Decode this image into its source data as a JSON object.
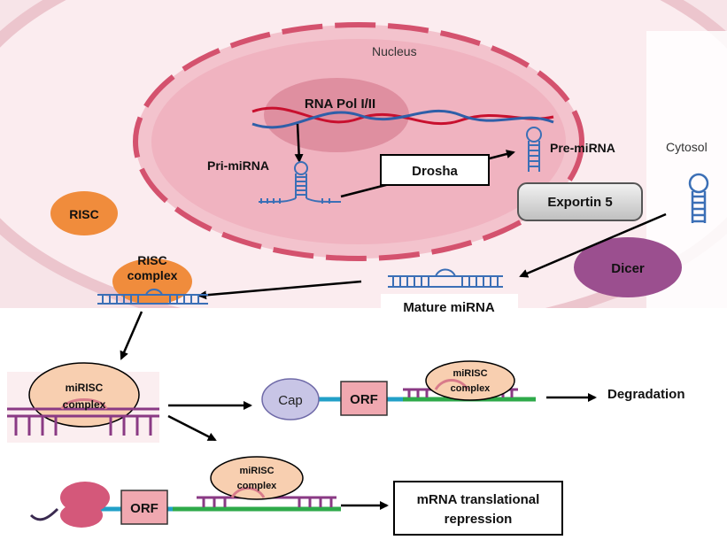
{
  "labels": {
    "nucleus": "Nucleus",
    "rna_pol": "RNA Pol I/II",
    "pri_mirna": "Pri-miRNA",
    "drosha": "Drosha",
    "pre_mirna": "Pre-miRNA",
    "cytosol": "Cytosol",
    "exportin": "Exportin 5",
    "risc": "RISC",
    "risc_complex_line1": "RISC",
    "risc_complex_line2": "complex",
    "dicer": "Dicer",
    "mature_mirna": "Mature miRNA",
    "mirisc_line1": "miRISC",
    "mirisc_line2": "complex",
    "cap": "Cap",
    "orf": "ORF",
    "degradation": "Degradation",
    "repression_line1": "mRNA translational",
    "repression_line2": "repression"
  },
  "colors": {
    "cell_outer": "#f2cfd6",
    "cell_membrane": "#f6dde2",
    "nucleus_fill": "#f0b8c4",
    "nuclear_envelope": "#d4526e",
    "rna_pol": "#d98a98",
    "dna_red": "#c8102e",
    "dna_blue": "#2f5fa8",
    "rna_strand": "#3b6fb6",
    "risc": "#f08c3c",
    "dicer": "#9b4f8f",
    "exportin": "#d9d9d9",
    "mirisc": "#f8cfb0",
    "mrna_line": "#22a0c8",
    "mrna_green": "#2eaa4a",
    "mirna_purple": "#8a3a84",
    "cap": "#c8c5e6",
    "orf": "#f0a8b0",
    "ribosome": "#d4587a"
  }
}
